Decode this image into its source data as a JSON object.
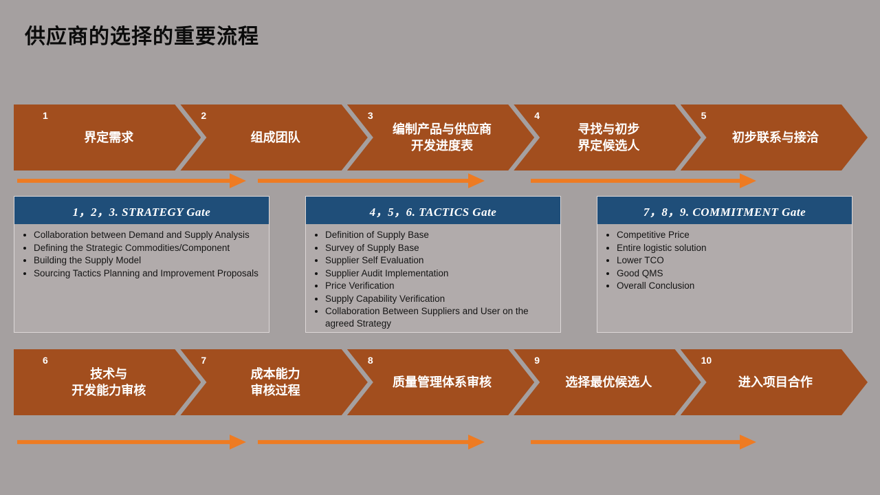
{
  "slide": {
    "title": "供应商的选择的重要流程",
    "colors": {
      "background": "#a5a0a0",
      "chevron": "#a24e1e",
      "arrow": "#ee7b22",
      "gate_header": "#1f4e79",
      "gate_body": "#b1abab"
    },
    "top_steps": [
      {
        "number": "1",
        "label": "界定需求"
      },
      {
        "number": "2",
        "label": "组成团队"
      },
      {
        "number": "3",
        "label": "编制产品与供应商\n开发进度表"
      },
      {
        "number": "4",
        "label": "寻找与初步\n界定候选人"
      },
      {
        "number": "5",
        "label": "初步联系与接洽"
      }
    ],
    "gates": [
      {
        "title": "1，2，3. STRATEGY Gate",
        "items": [
          "Collaboration between Demand and Supply Analysis",
          "Defining the Strategic Commodities/Component",
          "Building the Supply Model",
          "Sourcing Tactics Planning and Improvement Proposals"
        ]
      },
      {
        "title": "4，5，6. TACTICS Gate",
        "items": [
          "Definition of Supply Base",
          "Survey of Supply Base",
          "Supplier Self Evaluation",
          "Supplier Audit Implementation",
          "Price Verification",
          "Supply Capability Verification",
          "Collaboration Between Suppliers and User on the agreed Strategy"
        ]
      },
      {
        "title": "7，8，9. COMMITMENT Gate",
        "items": [
          "Competitive Price",
          "Entire logistic solution",
          "Lower TCO",
          "Good QMS",
          "Overall Conclusion"
        ]
      }
    ],
    "bottom_steps": [
      {
        "number": "6",
        "label": "技术与\n开发能力审核"
      },
      {
        "number": "7",
        "label": "成本能力\n审核过程"
      },
      {
        "number": "8",
        "label": "质量管理体系审核"
      },
      {
        "number": "9",
        "label": "选择最优候选人"
      },
      {
        "number": "10",
        "label": "进入项目合作"
      }
    ]
  }
}
